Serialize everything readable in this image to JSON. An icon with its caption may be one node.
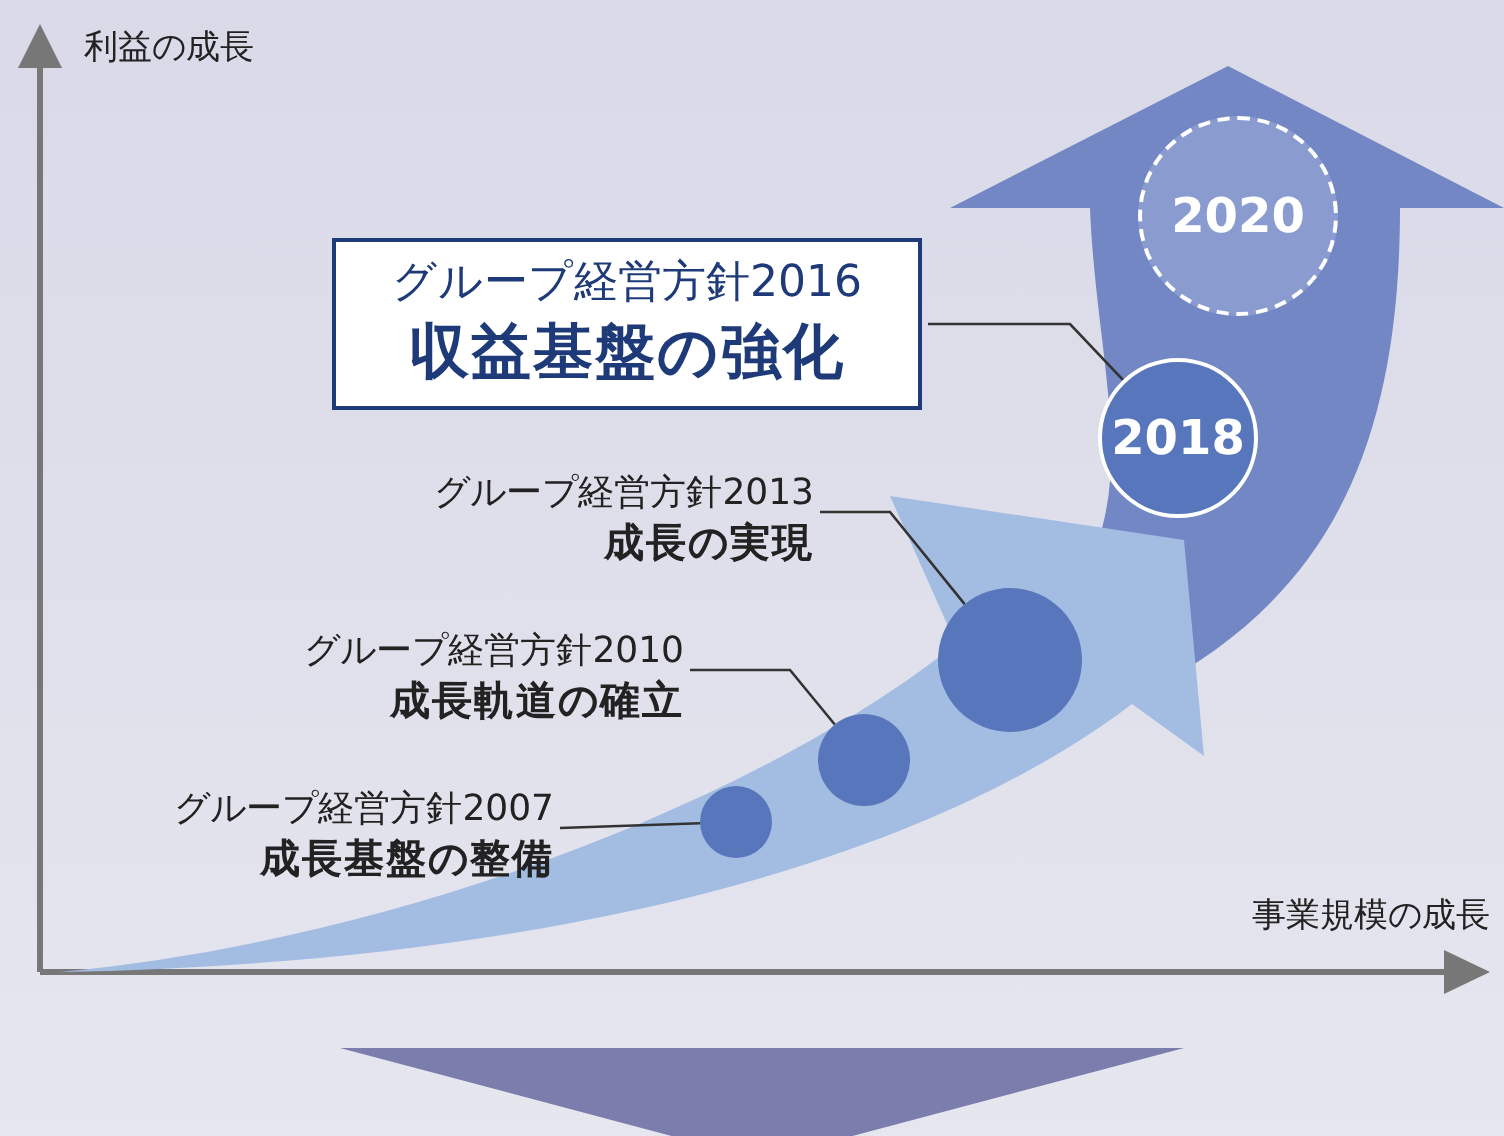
{
  "diagram": {
    "nodes": [
      {
        "text": [
          "グループ経営方針2007",
          "成長基盤の整備"
        ]
      },
      {
        "text": [],
        "shape": "circle"
      },
      {
        "text": [
          "グループ経営方針2010",
          "成長軌道の確立"
        ]
      },
      {
        "text": [],
        "shape": "circle"
      },
      {
        "text": [
          "グループ経営方針2013",
          "成長の実現"
        ]
      },
      {
        "text": [],
        "shape": "circle"
      },
      {
        "text": [
          "グループ経営方針2016",
          "収益基盤の強化"
        ]
      },
      {
        "text": [
          "2018"
        ]
      },
      {
        "text": [
          "2020"
        ]
      }
    ],
    "edges": [
      {
        "from": 0,
        "to": 1,
        "arrow": "none"
      },
      {
        "from": 2,
        "to": 3,
        "arrow": "none"
      },
      {
        "from": 4,
        "to": 5,
        "arrow": "none"
      },
      {
        "from": 6,
        "to": 7,
        "arrow": "none"
      }
    ],
    "labels": [
      "利益の成長",
      "事業規模の成長"
    ]
  }
}
